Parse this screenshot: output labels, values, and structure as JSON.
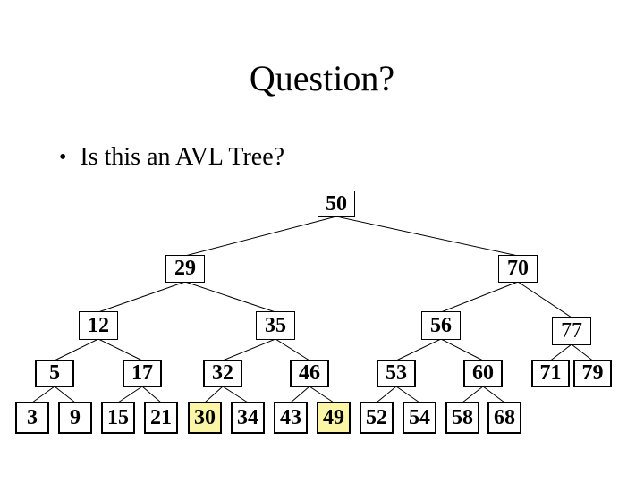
{
  "slide": {
    "title": "Question?",
    "bullet_char": "•",
    "bullet_text": "Is this an AVL Tree?"
  },
  "colors": {
    "background": "#FFFFFF",
    "text": "#000000",
    "node_fill": "#FFFFFF",
    "node_border": "#000000",
    "node_highlight_fill": "#FBF6A5",
    "edge": "#000000"
  },
  "tree": {
    "nodes": [
      {
        "id": "50",
        "label": "50",
        "parent": null,
        "highlighted": false,
        "bold": true
      },
      {
        "id": "29",
        "label": "29",
        "parent": "50",
        "highlighted": false,
        "bold": true
      },
      {
        "id": "70",
        "label": "70",
        "parent": "50",
        "highlighted": false,
        "bold": true
      },
      {
        "id": "12",
        "label": "12",
        "parent": "29",
        "highlighted": false,
        "bold": true
      },
      {
        "id": "35",
        "label": "35",
        "parent": "29",
        "highlighted": false,
        "bold": true
      },
      {
        "id": "56",
        "label": "56",
        "parent": "70",
        "highlighted": false,
        "bold": true
      },
      {
        "id": "77",
        "label": "77",
        "parent": "70",
        "highlighted": false,
        "bold": false
      },
      {
        "id": "5",
        "label": "5",
        "parent": "12",
        "highlighted": false,
        "bold": true
      },
      {
        "id": "17",
        "label": "17",
        "parent": "12",
        "highlighted": false,
        "bold": true
      },
      {
        "id": "32",
        "label": "32",
        "parent": "35",
        "highlighted": false,
        "bold": true
      },
      {
        "id": "46",
        "label": "46",
        "parent": "35",
        "highlighted": false,
        "bold": true
      },
      {
        "id": "53",
        "label": "53",
        "parent": "56",
        "highlighted": false,
        "bold": true
      },
      {
        "id": "60",
        "label": "60",
        "parent": "56",
        "highlighted": false,
        "bold": true
      },
      {
        "id": "71",
        "label": "71",
        "parent": "77",
        "highlighted": false,
        "bold": true
      },
      {
        "id": "79",
        "label": "79",
        "parent": "77",
        "highlighted": false,
        "bold": true
      },
      {
        "id": "3",
        "label": "3",
        "parent": "5",
        "highlighted": false,
        "bold": true
      },
      {
        "id": "9",
        "label": "9",
        "parent": "5",
        "highlighted": false,
        "bold": true
      },
      {
        "id": "15",
        "label": "15",
        "parent": "17",
        "highlighted": false,
        "bold": true
      },
      {
        "id": "21",
        "label": "21",
        "parent": "17",
        "highlighted": false,
        "bold": true
      },
      {
        "id": "30",
        "label": "30",
        "parent": "32",
        "highlighted": true,
        "bold": true
      },
      {
        "id": "34",
        "label": "34",
        "parent": "32",
        "highlighted": false,
        "bold": true
      },
      {
        "id": "43",
        "label": "43",
        "parent": "46",
        "highlighted": false,
        "bold": true
      },
      {
        "id": "49",
        "label": "49",
        "parent": "46",
        "highlighted": true,
        "bold": true
      },
      {
        "id": "52",
        "label": "52",
        "parent": "53",
        "highlighted": false,
        "bold": true
      },
      {
        "id": "54",
        "label": "54",
        "parent": "53",
        "highlighted": false,
        "bold": true
      },
      {
        "id": "58",
        "label": "58",
        "parent": "60",
        "highlighted": false,
        "bold": true
      },
      {
        "id": "68",
        "label": "68",
        "parent": "60",
        "highlighted": false,
        "bold": true
      }
    ]
  }
}
